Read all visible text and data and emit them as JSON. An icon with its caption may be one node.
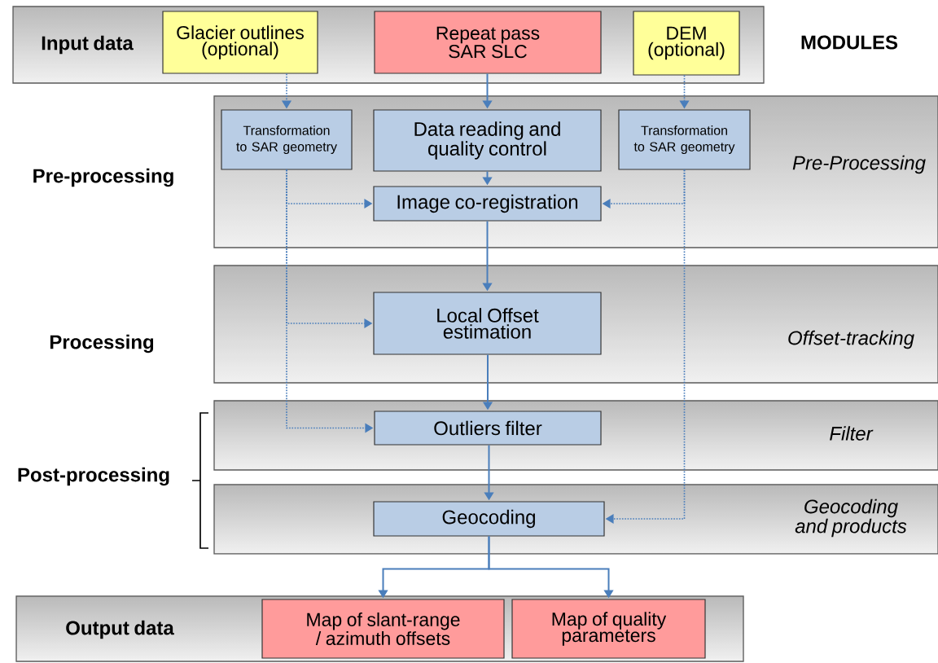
{
  "diagram": {
    "nodes": [
      {
        "text": [
          "Input data"
        ]
      },
      {
        "text": [
          "Glacier outlines (optional)"
        ],
        "in": 0
      },
      {
        "text": [
          "Repeat pass SAR SLC"
        ],
        "in": 0
      },
      {
        "text": [
          "DEM (optional)"
        ],
        "in": 0
      },
      {
        "text": [
          "Pre-Processing"
        ]
      },
      {
        "text": [
          "Transformation to SAR geometry"
        ],
        "in": 4
      },
      {
        "text": [
          "Data reading and quality control"
        ],
        "in": 4
      },
      {
        "text": [
          "Transformation to SAR geometry"
        ],
        "in": 4
      },
      {
        "text": [
          "Image co-registration"
        ],
        "in": 4
      },
      {
        "text": [
          "Offset-tracking"
        ]
      },
      {
        "text": [
          "Local Offset estimation"
        ],
        "in": 9
      },
      {
        "text": [
          "Filter"
        ]
      },
      {
        "text": [
          "Outliers filter"
        ],
        "in": 11
      },
      {
        "text": [
          "Geocoding and products"
        ]
      },
      {
        "text": [
          "Geocoding"
        ],
        "in": 13
      },
      {
        "text": [
          "Output data"
        ]
      },
      {
        "text": [
          "Map of slant-range / azimuth offsets"
        ],
        "in": 15
      },
      {
        "text": [
          "Map of quality parameters"
        ],
        "in": 15
      }
    ],
    "edges": [
      {
        "from": 1,
        "to": 5,
        "arrow": "to",
        "style": "dashed"
      },
      {
        "from": 2,
        "to": 6,
        "arrow": "to"
      },
      {
        "from": 3,
        "to": 7,
        "arrow": "to",
        "style": "dashed"
      },
      {
        "from": 6,
        "to": 8,
        "arrow": "to"
      },
      {
        "from": 5,
        "to": 8,
        "arrow": "to",
        "style": "dashed"
      },
      {
        "from": 7,
        "to": 8,
        "arrow": "to",
        "style": "dashed"
      },
      {
        "from": 8,
        "to": 10,
        "arrow": "to"
      },
      {
        "from": 5,
        "to": 10,
        "arrow": "to",
        "style": "dashed"
      },
      {
        "from": 10,
        "to": 12,
        "arrow": "to"
      },
      {
        "from": 5,
        "to": 12,
        "arrow": "to",
        "style": "dashed"
      },
      {
        "from": 12,
        "to": 14,
        "arrow": "to"
      },
      {
        "from": 7,
        "to": 14,
        "arrow": "to",
        "style": "dashed"
      },
      {
        "from": 14,
        "to": 16,
        "arrow": "to"
      },
      {
        "from": 14,
        "to": 17,
        "arrow": "to"
      }
    ],
    "labels": [
      "MODULES",
      "Pre-processing",
      "Processing",
      "Post-processing"
    ]
  }
}
